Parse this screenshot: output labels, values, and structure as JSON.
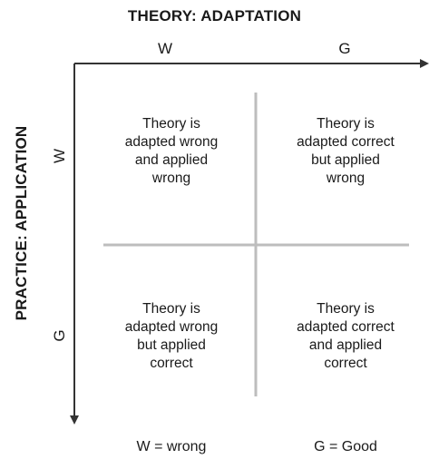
{
  "titles": {
    "top": "THEORY: ADAPTATION",
    "left": "PRACTICE: APPLICATION"
  },
  "columns": [
    "W",
    "G"
  ],
  "rows": [
    "W",
    "G"
  ],
  "cells": [
    "Theory is\nadapted wrong\nand applied\nwrong",
    "Theory is\nadapted correct\nbut applied\nwrong",
    "Theory is\nadapted wrong\nbut applied\ncorrect",
    "Theory is\nadapted correct\nand applied\ncorrect"
  ],
  "legend": {
    "wrong": "W = wrong",
    "good": "G = Good"
  },
  "colors": {
    "axis": "#333333",
    "grid": "#bdbdbd",
    "text": "#1a1a1a"
  }
}
